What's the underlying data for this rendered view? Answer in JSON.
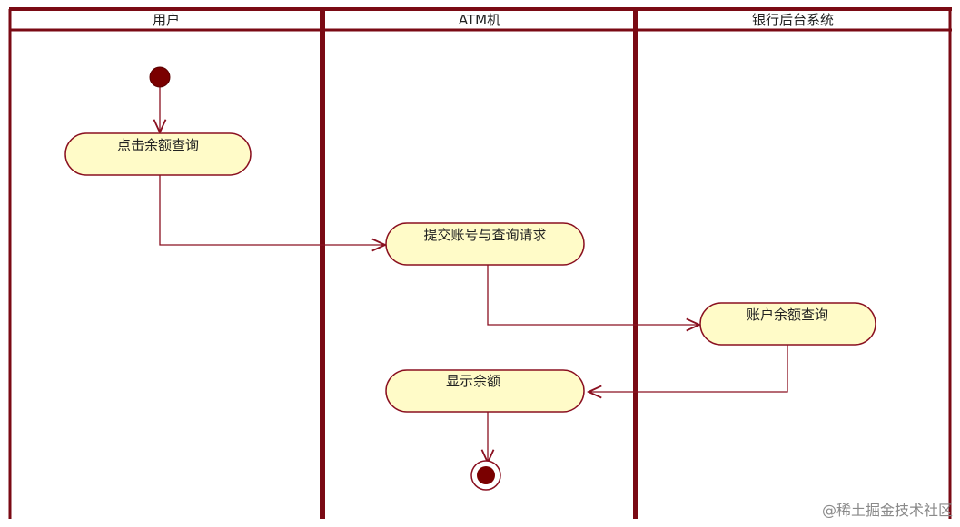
{
  "swimlanes": [
    {
      "title": "用户"
    },
    {
      "title": "ATM机"
    },
    {
      "title": "银行后台系统"
    }
  ],
  "activities": [
    {
      "label": "点击余额查询"
    },
    {
      "label": "提交账号与查询请求"
    },
    {
      "label": "账户余额查询"
    },
    {
      "label": "显示余额"
    }
  ],
  "watermark": "@稀土掘金技术社区",
  "colors": {
    "lane_border": "#7a0a14",
    "activity_fill": "#fffbc8",
    "activity_stroke": "#8a1020",
    "node_fill": "#7a0000",
    "edge": "#8a1020"
  }
}
